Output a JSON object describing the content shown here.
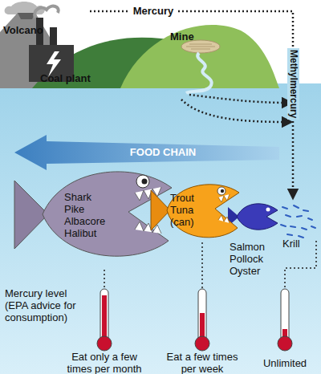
{
  "diagram": {
    "nodes": [
      {
        "text": [
          "FOOD CHAIN"
        ]
      },
      {
        "text": [
          "Shark Pike Albacore Halibut"
        ]
      },
      {
        "text": [
          "Trout Tuna (can)"
        ]
      }
    ],
    "labels": [
      "Mercury",
      "Volcano",
      "Coal plant",
      "Mine",
      "Methylmercury",
      "Krill",
      "Salmon Pollock Oyster",
      "Mercury level (EPA advice for consumption)",
      "Eat only a few times per month",
      "Eat a few times per week",
      "Unlimited"
    ]
  }
}
